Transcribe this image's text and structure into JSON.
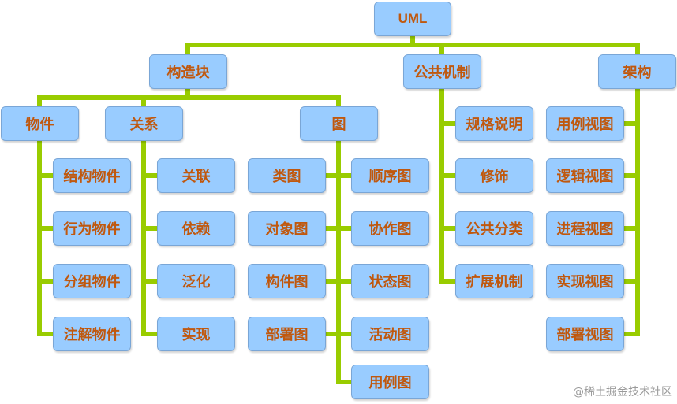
{
  "diagram": {
    "root": "UML",
    "branches": {
      "building_blocks": {
        "label": "构造块",
        "things": {
          "label": "物件",
          "children": [
            "结构物件",
            "行为物件",
            "分组物件",
            "注解物件"
          ]
        },
        "relationships": {
          "label": "关系",
          "children": [
            "关联",
            "依赖",
            "泛化",
            "实现"
          ]
        },
        "diagrams": {
          "label": "图",
          "left": [
            "类图",
            "对象图",
            "构件图",
            "部署图"
          ],
          "right": [
            "顺序图",
            "协作图",
            "状态图",
            "活动图",
            "用例图"
          ]
        }
      },
      "common_mechanisms": {
        "label": "公共机制",
        "children": [
          "规格说明",
          "修饰",
          "公共分类",
          "扩展机制"
        ]
      },
      "architecture": {
        "label": "架构",
        "children": [
          "用例视图",
          "逻辑视图",
          "进程视图",
          "实现视图",
          "部署视图"
        ]
      }
    }
  },
  "colors": {
    "connector": "#99cc00",
    "node_fill": "#99ccff",
    "node_text": "#c0580e"
  },
  "watermark": "@稀土掘金技术社区"
}
